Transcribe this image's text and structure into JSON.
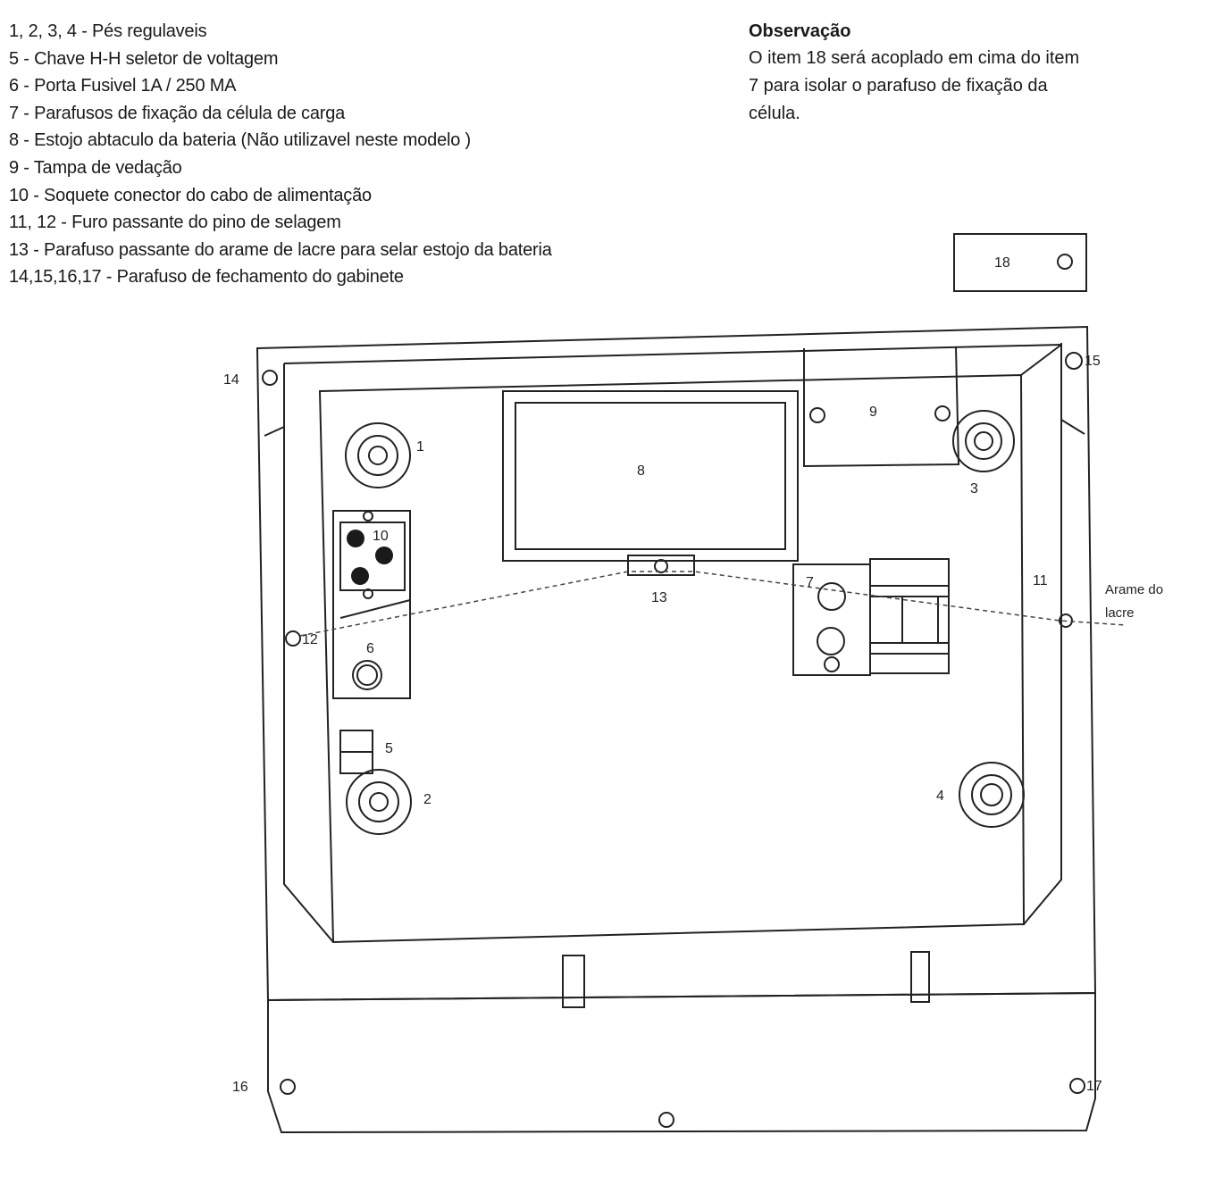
{
  "legend": [
    "1, 2, 3, 4 - Pés regulaveis",
    "5 - Chave H-H seletor de voltagem",
    "6 - Porta Fusivel 1A / 250 MA",
    "7 - Parafusos de fixação da célula de carga",
    "8 - Estojo abtaculo da bateria (Não utilizavel neste modelo )",
    "9 - Tampa de vedação",
    "10 - Soquete conector do cabo de alimentação",
    "11, 12 - Furo passante do pino de selagem",
    "13 - Parafuso passante do arame de lacre para selar estojo da bateria",
    "14,15,16,17 - Parafuso de fechamento do gabinete"
  ],
  "note": {
    "title": "Observação",
    "lines": [
      "O item 18 será acoplado em cima do item",
      "7 para isolar o parafuso de fixação da",
      "célula."
    ]
  },
  "labels": {
    "n1": "1",
    "n2": "2",
    "n3": "3",
    "n4": "4",
    "n5": "5",
    "n6": "6",
    "n7": "7",
    "n8": "8",
    "n9": "9",
    "n10": "10",
    "n11": "11",
    "n12": "12",
    "n13": "13",
    "n14": "14",
    "n15": "15",
    "n16": "16",
    "n17": "17",
    "n18": "18",
    "wire_line1": "Arame do",
    "wire_line2": "lacre"
  }
}
